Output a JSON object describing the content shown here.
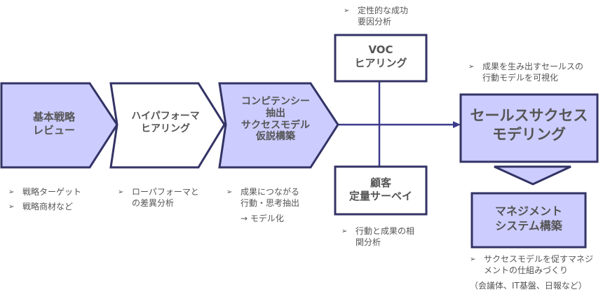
{
  "colors": {
    "fill_blue": "#ccccff",
    "fill_white": "#ffffff",
    "stroke": "#333366",
    "line": "#3b3b8c",
    "text": "#555555"
  },
  "steps": [
    {
      "id": "strategy-review",
      "lines": [
        "基本戦略",
        "レビュー"
      ],
      "filled": true
    },
    {
      "id": "high-performer-hearing",
      "lines": [
        "ハイパフォーマ",
        "ヒアリング"
      ],
      "filled": false
    },
    {
      "id": "competency-extraction",
      "lines": [
        "コンピテンシー",
        "抽出",
        "サクセスモデル",
        "仮説構築"
      ],
      "filled": true
    }
  ],
  "boxes": {
    "voc": {
      "lines": [
        "VOC",
        "ヒアリング"
      ]
    },
    "survey": {
      "lines": [
        "顧客",
        "定量サーベイ"
      ]
    },
    "modeling": {
      "lines": [
        "セールスサクセス",
        "モデリング"
      ]
    },
    "management": {
      "lines": [
        "マネジメント",
        "システム構築"
      ]
    }
  },
  "notes": {
    "strategy": {
      "bullets": [
        "戦略ターゲット",
        "戦略商材など"
      ]
    },
    "high_performer": {
      "bullets": [
        [
          "ローパフォーマと",
          "の差異分析"
        ]
      ]
    },
    "competency": {
      "bullets": [
        [
          "成果につながる",
          "行動・思考抽出"
        ]
      ],
      "sub": "→ モデル化"
    },
    "voc": {
      "bullets": [
        [
          "定性的な成功",
          "要因分析"
        ]
      ]
    },
    "survey": {
      "bullets": [
        [
          "行動と成果の相",
          "関分析"
        ]
      ]
    },
    "modeling": {
      "bullets": [
        [
          "成果を生み出すセールスの",
          "行動モデルを可視化"
        ]
      ]
    },
    "management": {
      "bullets": [
        [
          "サクセスモデルを促すマネジ",
          "メントの仕組みづくり"
        ]
      ],
      "sub": "（会議体、IT基盤、日報など）"
    }
  },
  "bullet_glyph": "➢"
}
